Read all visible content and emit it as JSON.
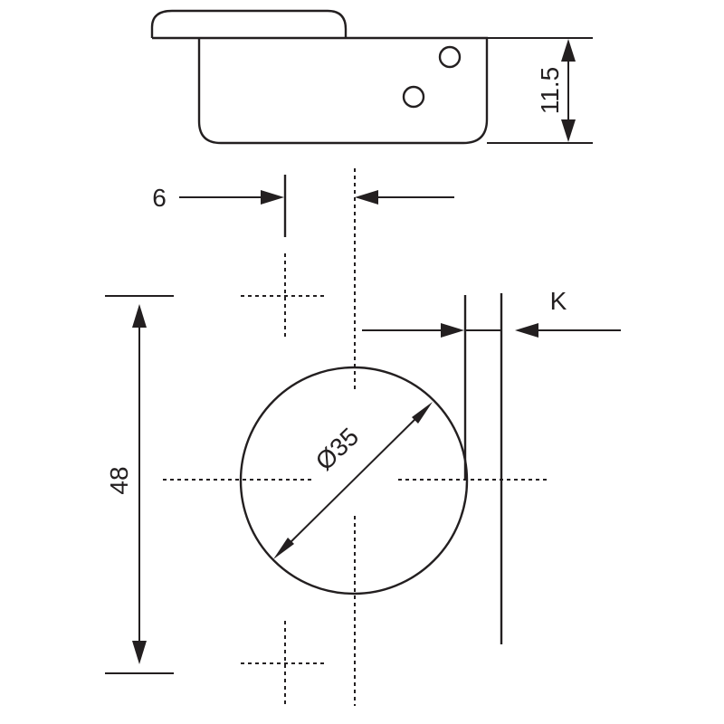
{
  "dimensions": {
    "height_label": "11.5",
    "offset_label": "6",
    "k_label": "K",
    "spacing_label": "48",
    "diameter_label": "Ø35"
  },
  "colors": {
    "line": "#231f20",
    "background": "#ffffff"
  }
}
